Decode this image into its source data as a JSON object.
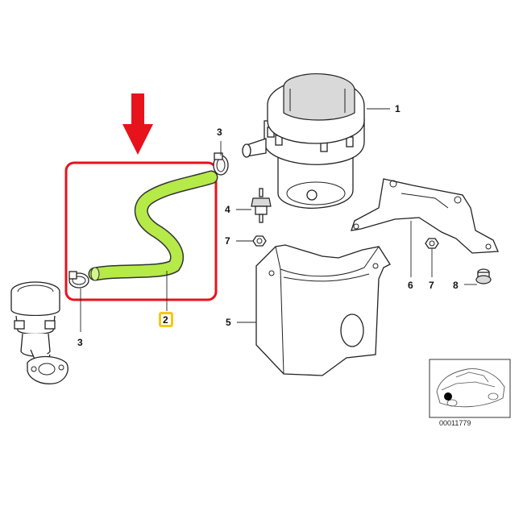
{
  "diagram": {
    "highlight_color": "#e8121c",
    "hose_color": "#b5ea48",
    "callout_badge_color": "#f2c81a",
    "callouts": [
      {
        "id": "1",
        "text": "1"
      },
      {
        "id": "2",
        "text": "2"
      },
      {
        "id": "3a",
        "text": "3"
      },
      {
        "id": "3b",
        "text": "3"
      },
      {
        "id": "4",
        "text": "4"
      },
      {
        "id": "5",
        "text": "5"
      },
      {
        "id": "6",
        "text": "6"
      },
      {
        "id": "7a",
        "text": "7"
      },
      {
        "id": "7b",
        "text": "7"
      },
      {
        "id": "8",
        "text": "8"
      }
    ],
    "inset_code": "00011779"
  }
}
